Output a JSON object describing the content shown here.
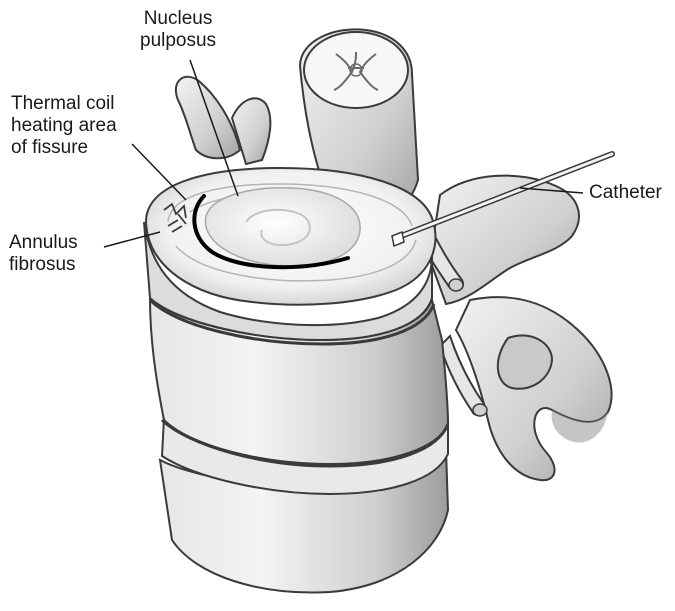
{
  "labels": {
    "nucleus_pulposus": [
      "Nucleus",
      "pulposus"
    ],
    "thermal_coil": [
      "Thermal coil",
      "heating area",
      "of fissure"
    ],
    "annulus_fibrosus": [
      "Annulus",
      "fibrosus"
    ],
    "catheter": [
      "Catheter"
    ]
  },
  "colors": {
    "bone_light": "#f1f1f1",
    "bone_mid": "#d4d4d4",
    "bone_shadow": "#9a9a9a",
    "outline": "#3a3a3a",
    "fissure": "#000000"
  }
}
